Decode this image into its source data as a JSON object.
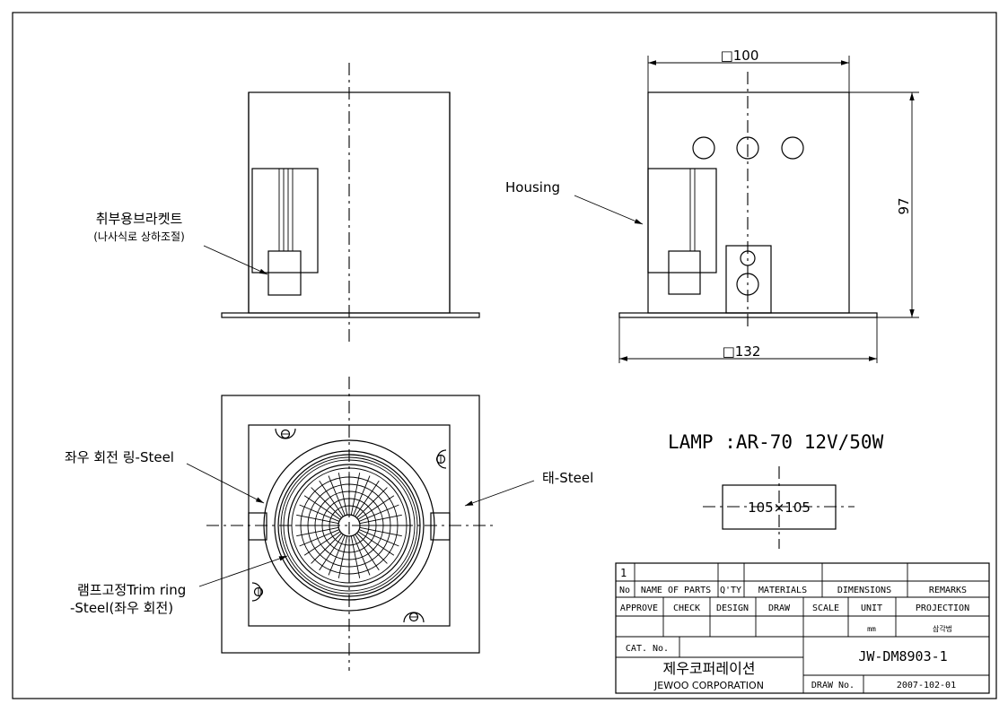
{
  "labels": {
    "bracket_line1": "취부용브라켓트",
    "bracket_line2": "(나사식로 상하조절)",
    "housing": "Housing",
    "ring_rotate": "좌우 회전 링-Steel",
    "tae": "태-Steel",
    "trim_line1": "램프고정Trim ring",
    "trim_line2": "-Steel(좌우 회전)"
  },
  "dimensions": {
    "top_width": "□100",
    "height": "97",
    "bottom_width": "□132",
    "cutout": "105×105"
  },
  "lamp_spec": "LAMP :AR-70 12V/50W",
  "title_block": {
    "item_no": "1",
    "headers": {
      "no": "No",
      "name": "NAME OF PARTS",
      "qty": "Q'TY",
      "materials": "MATERIALS",
      "dimensions": "DIMENSIONS",
      "remarks": "REMARKS"
    },
    "approve_row": {
      "approve": "APPROVE",
      "check": "CHECK",
      "design": "DESIGN",
      "draw": "DRAW",
      "scale": "SCALE",
      "unit": "UNIT",
      "projection": "PROJECTION"
    },
    "unit_value": "mm",
    "projection_value": "삼각법",
    "cat_no_label": "CAT. No.",
    "drawing_number": "JW-DM8903-1",
    "company_korean": "제우코퍼레이션",
    "company_english": "JEWOO CORPORATION",
    "draw_no_label": "DRAW No.",
    "draw_no_value": "2007-102-01"
  }
}
